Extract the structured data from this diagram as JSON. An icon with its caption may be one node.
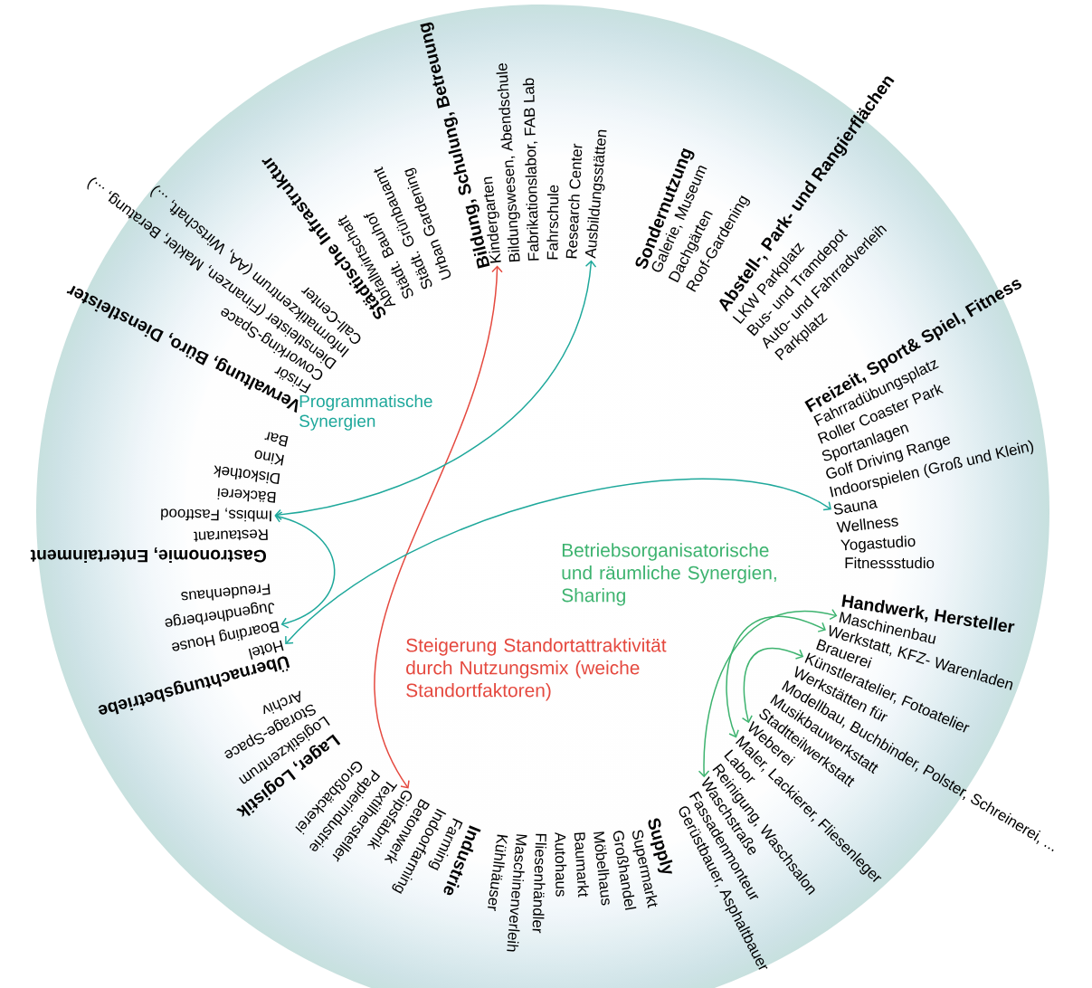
{
  "diagram": {
    "nodes": [
      {
        "text": [
          "Kindergarten"
        ]
      },
      {
        "text": [
          "Ausbildungsstätten"
        ]
      },
      {
        "text": [
          "Sauna"
        ]
      },
      {
        "text": [
          "Maschinenbau"
        ]
      },
      {
        "text": [
          "Werkstatt, KFZ- Warenladen"
        ]
      },
      {
        "text": [
          "Künstleratelier, Fotoatelier"
        ]
      },
      {
        "text": [
          "Weberei"
        ]
      },
      {
        "text": [
          "Maler, Lackierer, Fliesenleger"
        ]
      },
      {
        "text": [
          "Waschstraße"
        ]
      },
      {
        "text": [
          "Gipsfabrik"
        ]
      },
      {
        "text": [
          "Hotel"
        ]
      },
      {
        "text": [
          "Boarding House"
        ]
      },
      {
        "text": [
          "Imbiss, Fastfood"
        ]
      }
    ],
    "edges": [
      {
        "from": 0,
        "to": 9,
        "arrow": "both",
        "color": "#e5493f"
      },
      {
        "from": 1,
        "to": 12,
        "arrow": "both",
        "color": "#1ea89b"
      },
      {
        "from": 12,
        "to": 11,
        "arrow": "both",
        "color": "#1ea89b"
      },
      {
        "from": 10,
        "to": 2,
        "arrow": "both",
        "color": "#1ea89b"
      },
      {
        "from": 3,
        "to": 8,
        "arrow": "both",
        "color": "#3db36f"
      },
      {
        "from": 4,
        "to": 7,
        "arrow": "both",
        "color": "#3db36f"
      },
      {
        "from": 5,
        "to": 6,
        "arrow": "both",
        "color": "#3db36f"
      }
    ],
    "labels": [
      "Bildung, Schulung, Betreuung",
      "Bildungswesen, Abendschule",
      "Fabrikationslabor, FAB Lab",
      "Fahrschule",
      "Research Center",
      "Sondernutzung",
      "Galerie, Museum",
      "Dachgärten",
      "Roof-Gardening",
      "Abstell-, Park- und Rangierflächen",
      "LKW Parkplatz",
      "Bus- und Tramdepot",
      "Auto- und Fahrradverleih",
      "Parkplatz",
      "Freizeit, Sport& Spiel, Fitness",
      "Fahrradübungsplatz",
      "Roller Coaster Park",
      "Sportanlagen",
      "Golf Driving Range",
      "Indoorspielen (Groß und Klein)",
      "Wellness",
      "Yogastudio",
      "Fitnessstudio",
      "Handwerk, Hersteller",
      "Brauerei",
      "Werkstätten für",
      "Modellbau, Buchbinder, Polster, Schreinerei, ...",
      "Musikbauwerkstatt",
      "Stadtteilwerkstatt",
      "Labor",
      "Reinigung, Waschsalon",
      "Fassadenmonteur",
      "Gerüstbauer, Asphaltbauer",
      "Großbäckerei",
      "Papierindustrie",
      "Textilhersteller",
      "Betonwerk",
      "Indoorfarming",
      "Farming",
      "Industrie",
      "Kühlhäuser",
      "Maschinenverleih",
      "Fliesenhändler",
      "Autohaus",
      "Baumarkt",
      "Möbelhaus",
      "Großhandel",
      "Supermarkt",
      "Supply",
      "Lager, Logistik",
      "Logistikzentrum",
      "Storage-Space",
      "Archiv",
      "Übernachtungsbetriebe",
      "Jugendherberge",
      "Freudenhaus",
      "Gastronomie, Entertainment",
      "Restaurant",
      "Bäckerei",
      "Diskothek",
      "Kino",
      "Bar",
      "Verwaltung, Büro, Dienstleister",
      "Frisör",
      "Coworking-Space",
      "Dienstleister (Finanzen, Makler, Beratung, ...)",
      "Informatikzentrum (AA, Wirtschaft, ...)",
      "Call-Center",
      "Städtische Infrastruktur",
      "Abfallwirtschaft",
      "Städt. Bauhof",
      "Städt. Grünbauamt",
      "Urban Gardening",
      "Programmatische Synergien",
      "Betriebsorganisatorische und räumliche Synergien, Sharing",
      "Steigerung Standortattraktivität durch Nutzungsmix (weiche Standortfaktoren)"
    ]
  }
}
